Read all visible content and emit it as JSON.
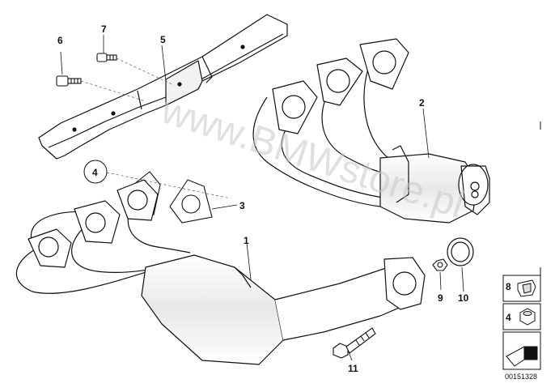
{
  "diagram": {
    "watermark": "www.BMWstore.pl",
    "doc_id": "00151328",
    "colors": {
      "line": "#111111",
      "fill": "#ffffff",
      "shade": "#e4e4e4",
      "watermark": "#c8c8c8"
    },
    "callouts": [
      {
        "id": "c1",
        "label": "1"
      },
      {
        "id": "c2",
        "label": "2"
      },
      {
        "id": "c3",
        "label": "3"
      },
      {
        "id": "c4",
        "label": "4"
      },
      {
        "id": "c5",
        "label": "5"
      },
      {
        "id": "c6",
        "label": "6"
      },
      {
        "id": "c7",
        "label": "7"
      },
      {
        "id": "c9",
        "label": "9"
      },
      {
        "id": "c10",
        "label": "10"
      },
      {
        "id": "c11",
        "label": "11"
      }
    ],
    "legend": [
      {
        "label": "8",
        "icon": "clip-nut-icon"
      },
      {
        "label": "4",
        "icon": "hex-nut-icon"
      },
      {
        "label": "",
        "icon": "arrow-icon"
      }
    ]
  }
}
